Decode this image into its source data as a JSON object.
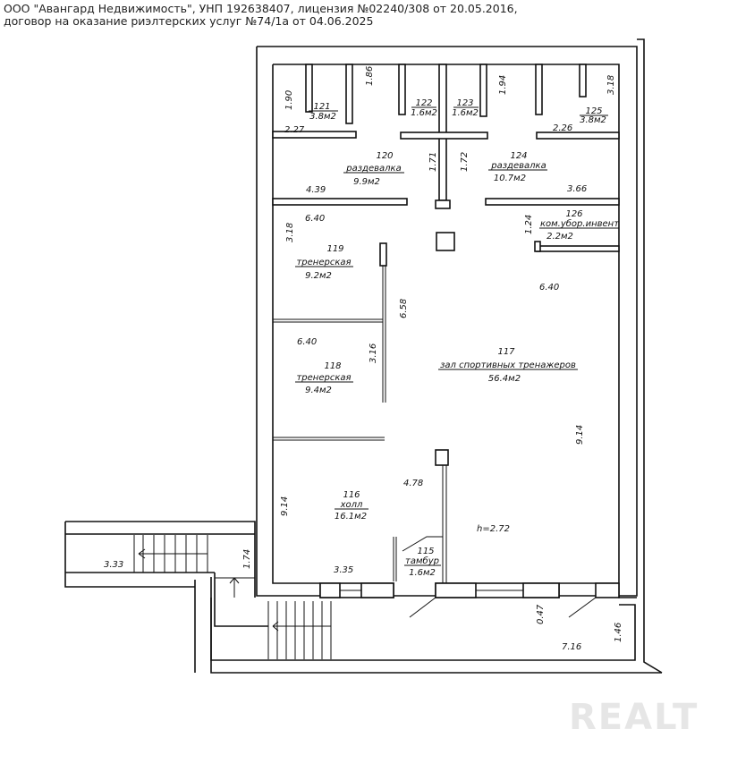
{
  "header": {
    "line1": "ООО \"Авангард Недвижимость\", УНП 192638407, лицензия №02240/308 от 20.05.2016,",
    "line2": "договор на оказание риэлтерских услуг №74/1а от 04.06.2025"
  },
  "rooms": {
    "r121": {
      "num": "121",
      "area": "3.8м2"
    },
    "r122": {
      "num": "122",
      "area": "1.6м2"
    },
    "r123": {
      "num": "123",
      "area": "1.6м2"
    },
    "r125": {
      "num": "125",
      "area": "3.8м2"
    },
    "r120": {
      "num": "120",
      "name": "раздевалка",
      "area": "9.9м2"
    },
    "r124": {
      "num": "124",
      "name": "раздевалка",
      "area": "10.7м2"
    },
    "r126": {
      "num": "126",
      "name": "ком.убор.инвент",
      "area": "2.2м2"
    },
    "r119": {
      "num": "119",
      "name": "тренерская",
      "area": "9.2м2"
    },
    "r118": {
      "num": "118",
      "name": "тренерская",
      "area": "9.4м2"
    },
    "r117": {
      "num": "117",
      "name": "зал спортивных тренажеров",
      "area": "56.4м2"
    },
    "r116": {
      "num": "116",
      "name": "холл",
      "area": "16.1м2"
    },
    "r115": {
      "num": "115",
      "name": "тамбур",
      "area": "1.6м2"
    }
  },
  "dimensions": {
    "d190": "1.90",
    "d186": "1.86",
    "d194": "1.94",
    "d318a": "3.18",
    "d227": "2.27",
    "d226": "2.26",
    "d171": "1.71",
    "d172": "1.72",
    "d439": "4.39",
    "d366": "3.66",
    "d640a": "6.40",
    "d318b": "3.18",
    "d124": "1.24",
    "d640b": "6.40",
    "d658": "6.58",
    "d640c": "6.40",
    "d316": "3.16",
    "d914a": "9.14",
    "d478": "4.78",
    "d914b": "9.14",
    "height": "h=2.72",
    "d335": "3.35",
    "d333": "3.33",
    "d174": "1.74",
    "d047": "0.47",
    "d146": "1.46",
    "d716": "7.16"
  },
  "watermark": "REALT"
}
